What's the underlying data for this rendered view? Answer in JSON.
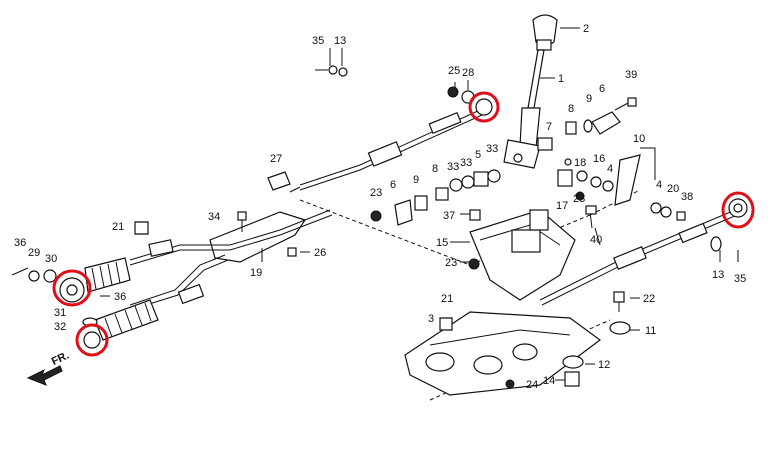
{
  "callouts": {
    "c1": "1",
    "c2": "2",
    "c3": "3",
    "c4a": "4",
    "c4b": "4",
    "c5": "5",
    "c6a": "6",
    "c6b": "6",
    "c7": "7",
    "c8a": "8",
    "c8b": "8",
    "c9a": "9",
    "c9b": "9",
    "c10": "10",
    "c11": "11",
    "c12": "12",
    "c13a": "13",
    "c13b": "13",
    "c14": "14",
    "c15": "15",
    "c16": "16",
    "c17": "17",
    "c18": "18",
    "c19": "19",
    "c20": "20",
    "c21a": "21",
    "c21b": "21",
    "c22": "22",
    "c23a": "23",
    "c23b": "23",
    "c23c": "23",
    "c24": "24",
    "c25": "25",
    "c26": "26",
    "c27": "27",
    "c28": "28",
    "c29": "29",
    "c30": "30",
    "c31": "31",
    "c32": "32",
    "c33a": "33",
    "c33b": "33",
    "c33c": "33",
    "c34": "34",
    "c35a": "35",
    "c35b": "35",
    "c36a": "36",
    "c36b": "36",
    "c37": "37",
    "c38": "38",
    "c39": "39",
    "c40": "40"
  },
  "direction_label": "FR.",
  "highlight_color": "#e0101a",
  "highlights": [
    "part-28-bushing",
    "part-13-bushing",
    "part-36-bushing",
    "part-32-bushing"
  ],
  "icons": {
    "front_arrow": "front-arrow-icon"
  }
}
